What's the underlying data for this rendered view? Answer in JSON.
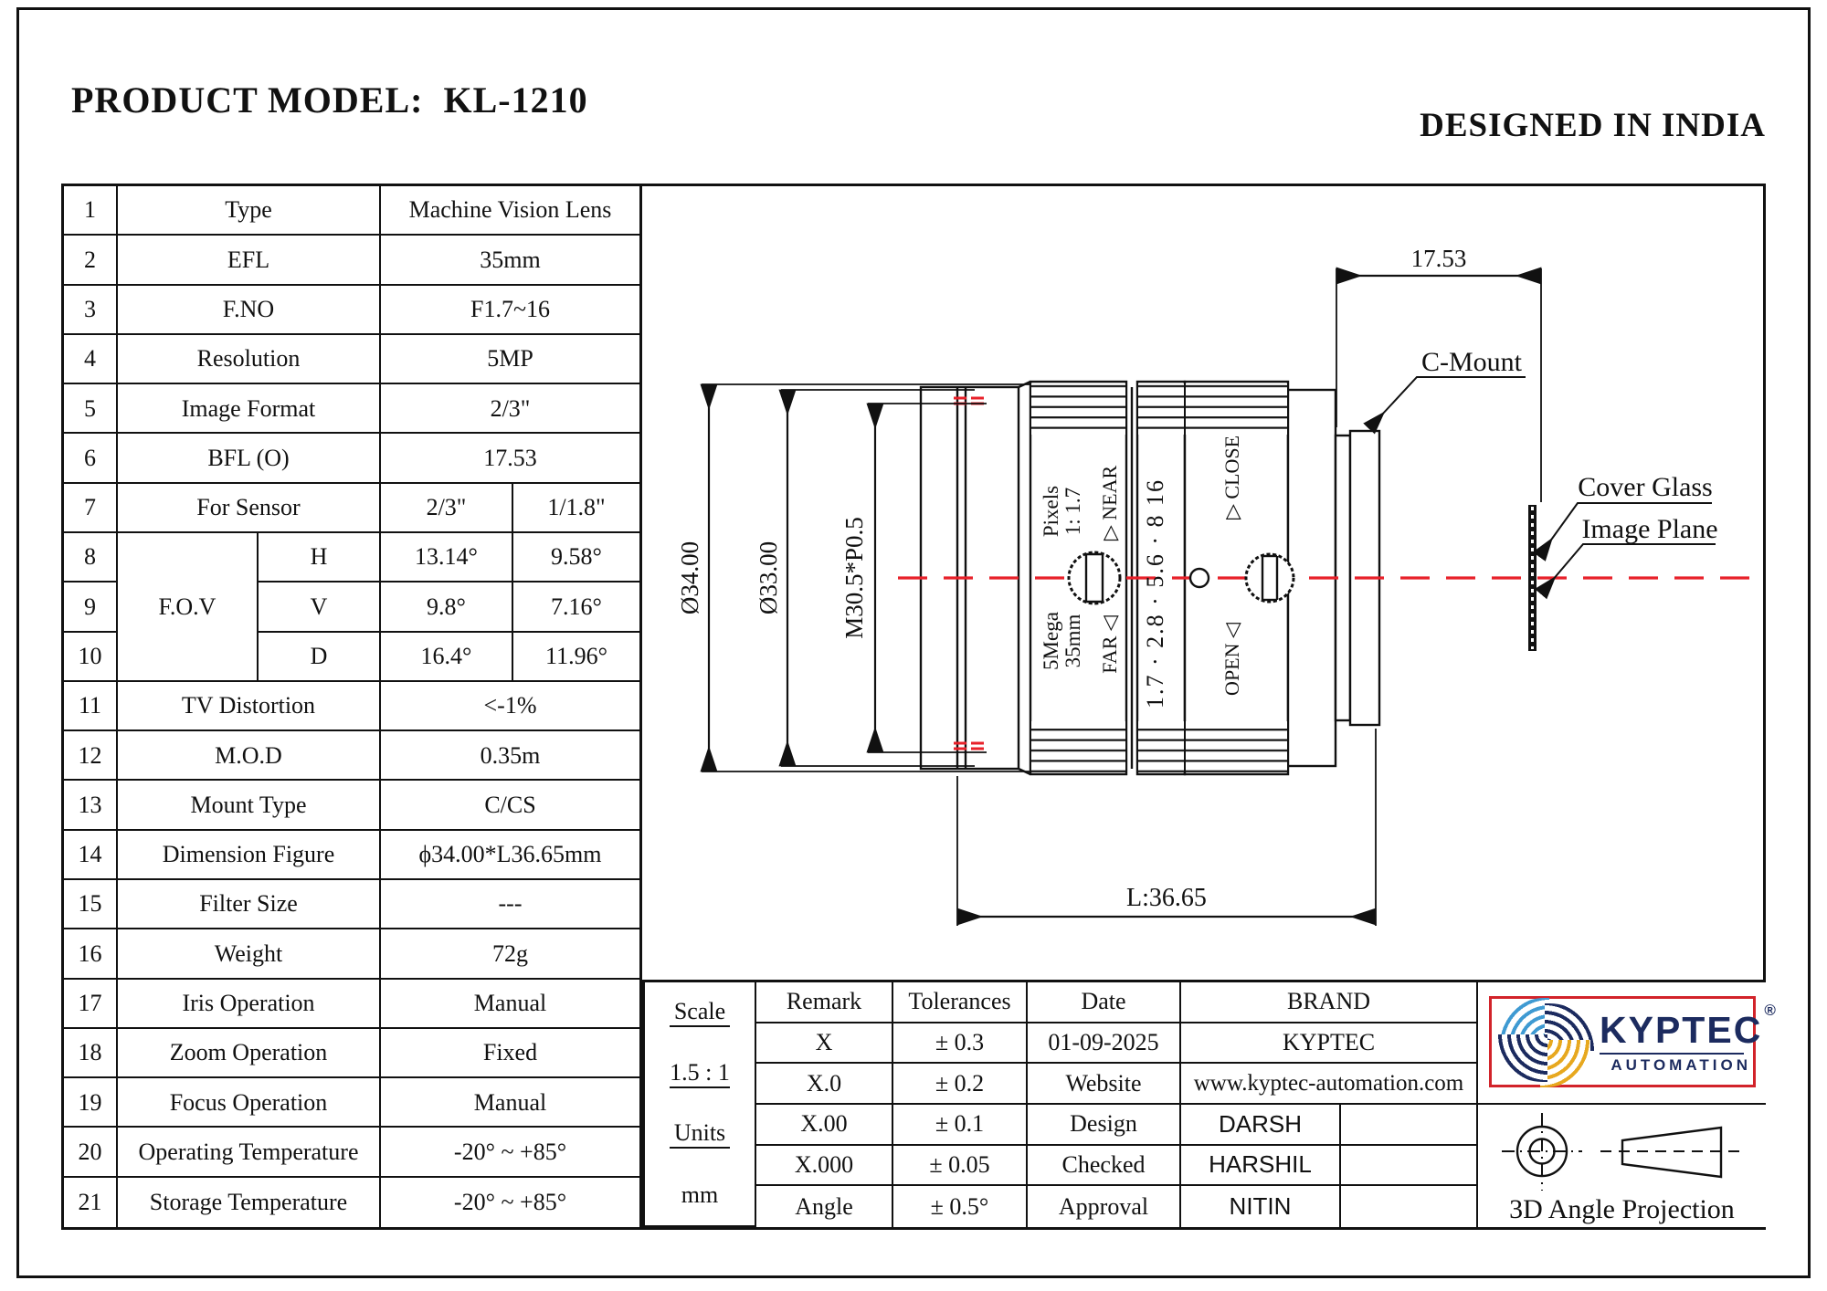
{
  "header": {
    "title": "PRODUCT MODEL:  KL-1210",
    "designed": "DESIGNED IN INDIA"
  },
  "spec": {
    "rows": [
      {
        "n": "1",
        "label": "Type",
        "value": "Machine Vision Lens"
      },
      {
        "n": "2",
        "label": "EFL",
        "value": "35mm"
      },
      {
        "n": "3",
        "label": "F.NO",
        "value": "F1.7~16"
      },
      {
        "n": "4",
        "label": "Resolution",
        "value": "5MP"
      },
      {
        "n": "5",
        "label": "Image Format",
        "value": "2/3\""
      },
      {
        "n": "6",
        "label": "BFL (O)",
        "value": "17.53"
      },
      {
        "n": "7",
        "label": "For Sensor",
        "v1": "2/3\"",
        "v2": "1/1.8\""
      },
      {
        "n": "8",
        "group": "F.O.V",
        "sub": "H",
        "v1": "13.14°",
        "v2": "9.58°"
      },
      {
        "n": "9",
        "sub": "V",
        "v1": "9.8°",
        "v2": "7.16°"
      },
      {
        "n": "10",
        "sub": "D",
        "v1": "16.4°",
        "v2": "11.96°"
      },
      {
        "n": "11",
        "label": "TV Distortion",
        "value": "<-1%"
      },
      {
        "n": "12",
        "label": "M.O.D",
        "value": "0.35m"
      },
      {
        "n": "13",
        "label": "Mount Type",
        "value": "C/CS"
      },
      {
        "n": "14",
        "label": "Dimension Figure",
        "value": "ϕ34.00*L36.65mm"
      },
      {
        "n": "15",
        "label": "Filter Size",
        "value": "---"
      },
      {
        "n": "16",
        "label": "Weight",
        "value": "72g"
      },
      {
        "n": "17",
        "label": "Iris Operation",
        "value": "Manual"
      },
      {
        "n": "18",
        "label": "Zoom Operation",
        "value": "Fixed"
      },
      {
        "n": "19",
        "label": "Focus Operation",
        "value": "Manual"
      },
      {
        "n": "20",
        "label": "Operating Temperature",
        "value": "-20° ~ +85°"
      },
      {
        "n": "21",
        "label": "Storage Temperature",
        "value": "-20° ~ +85°"
      }
    ]
  },
  "drawing": {
    "dim_od34": "Ø34.00",
    "dim_od33": "Ø33.00",
    "dim_thread": "M30.5*P0.5",
    "dim_length": "L:36.65",
    "dim_bfl": "17.53",
    "label_cmount": "C-Mount",
    "label_cover_glass": "Cover Glass",
    "label_image_plane": "Image Plane",
    "ring_mega": "5Mega",
    "ring_mm": "35mm",
    "ring_pixels": "Pixels",
    "ring_ratio": "1:  1.7",
    "mark_far": "FAR ◁",
    "mark_near": "▷ NEAR",
    "mark_open": "OPEN ◁",
    "mark_close": "▷ CLOSE",
    "aperture_scale": "1.7 · 2.8 · 5.6 ·  8   16",
    "centerline_color": "#e8212a"
  },
  "title_block": {
    "scale_label": "Scale",
    "scale_value": "1.5 :  1",
    "units_label": "Units",
    "units_value": "mm",
    "remark_header": "Remark",
    "tolerances_header": "Tolerances",
    "date_header": "Date",
    "brand_header": "BRAND",
    "remarks": [
      "X",
      "X.0",
      "X.00",
      "X.000",
      "Angle"
    ],
    "tolerances": [
      "± 0.3",
      "± 0.2",
      "± 0.1",
      "± 0.05",
      "± 0.5°"
    ],
    "date_value": "01-09-2025",
    "website_label": "Website",
    "website_value": "www.kyptec-automation.com",
    "design_label": "Design",
    "design_value": "DARSH",
    "checked_label": "Checked",
    "checked_value": "HARSHIL",
    "approval_label": "Approval",
    "approval_value": "NITIN",
    "brand_value": "KYPTEC"
  },
  "logo": {
    "word": "KYPTEC",
    "reg": "®",
    "sub": "AUTOMATION",
    "accent_red": "#d2232a",
    "navy": "#1c2b5f",
    "blue": "#3f9ad2",
    "gold": "#e7a81f"
  },
  "projection": {
    "label": "3D Angle Projection"
  }
}
